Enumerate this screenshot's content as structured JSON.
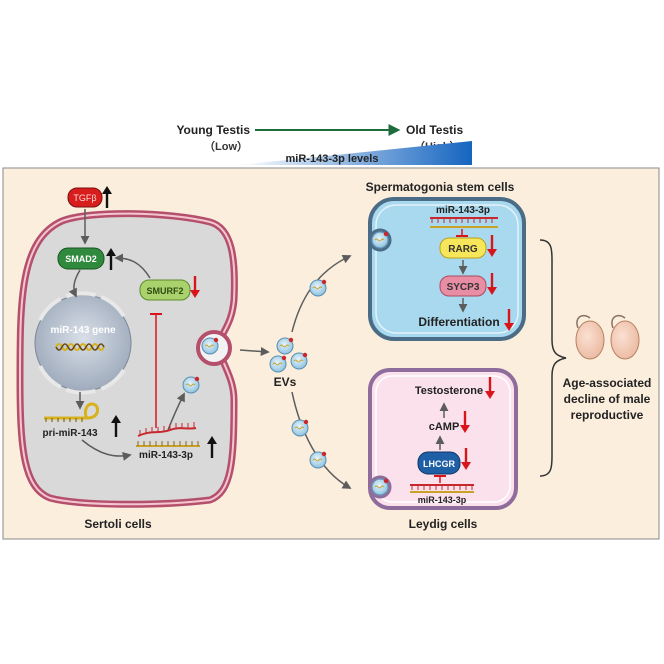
{
  "header": {
    "young": "Young Testis",
    "old": "Old Testis",
    "low": "（Low）",
    "high": "（High）",
    "levels": "miR-143-3p levels"
  },
  "sertoli": {
    "tgfb": "TGFβ",
    "smad2": "SMAD2",
    "smurf2": "SMURF2",
    "gene": "miR-143 gene",
    "pri": "pri-miR-143",
    "mir": "miR-143-3p",
    "caption": "Sertoli cells"
  },
  "evs": "EVs",
  "ssc": {
    "title": "Spermatogonia stem cells",
    "mir": "miR-143-3p",
    "rarg": "RARG",
    "sycp3": "SYCP3",
    "diff": "Differentiation"
  },
  "leydig": {
    "testosterone": "Testosterone",
    "camp": "cAMP",
    "lhcgr": "LHCGR",
    "mir": "miR-143-3p",
    "caption": "Leydig cells"
  },
  "outcome": {
    "line1": "Age-associated",
    "line2": "decline of male",
    "line3": "reproductive"
  },
  "colors": {
    "panel_bg": "#fbeedd",
    "sertoli_membrane": "#b5506c",
    "ssc_fill": "#a9d9ee",
    "leydig_fill": "#fbe1ec",
    "up_arrow": "#111111",
    "down_arrow": "#d9151c",
    "inhibit": "#d9151c",
    "age_arrow": "#1e6b3b"
  }
}
